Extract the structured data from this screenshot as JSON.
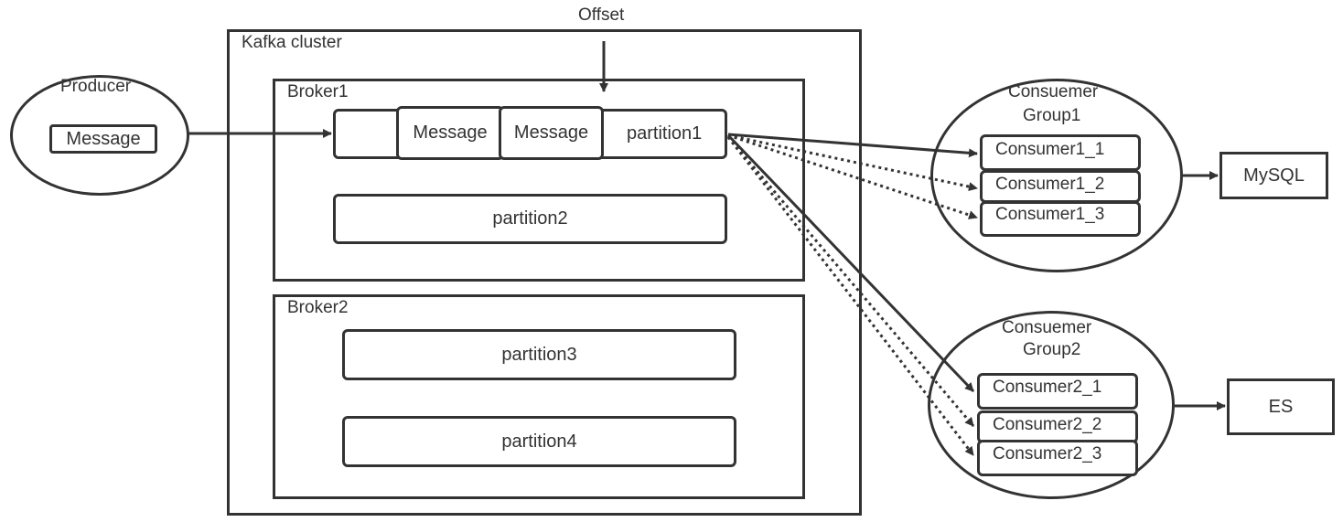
{
  "offset_label": "Offset",
  "kafka_cluster": {
    "label": "Kafka cluster",
    "brokers": [
      {
        "label": "Broker1",
        "partitions": [
          "partition1",
          "partition2"
        ]
      },
      {
        "label": "Broker2",
        "partitions": [
          "partition3",
          "partition4"
        ]
      }
    ],
    "partition1_messages": [
      "Message",
      "Message"
    ]
  },
  "producer": {
    "label": "Producer",
    "message": "Message"
  },
  "consumer_groups": [
    {
      "label_line1": "Consuemer",
      "label_line2": "Group1",
      "consumers": [
        "Consumer1_1",
        "Consumer1_2",
        "Consumer1_3"
      ],
      "sink": "MySQL"
    },
    {
      "label_line1": "Consuemer",
      "label_line2": "Group2",
      "consumers": [
        "Consumer2_1",
        "Consumer2_2",
        "Consumer2_3"
      ],
      "sink": "ES"
    }
  ]
}
